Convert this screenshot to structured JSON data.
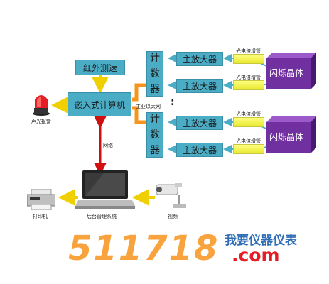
{
  "infrared": "红外测速",
  "embedded": "嵌入式计算机",
  "alarm": "声光报警",
  "ethernet": "工业以太网",
  "network": "网络",
  "backend": "后台管理系统",
  "printer": "打印机",
  "video": "视频",
  "counter_chars": [
    "计",
    "数",
    "器"
  ],
  "amplifier": "主放大器",
  "pmt": "光电倍增管",
  "crystal": "闪烁晶体",
  "ellipsis": ":",
  "logo_number": "511718",
  "logo_text": "我要仪器仪表",
  "logo_domain": ".com",
  "colors": {
    "teal": "#4bacc6",
    "blue": "#2f6eb5",
    "purple": "#7030a0",
    "orange": "#f7941d",
    "red": "#e31e24"
  }
}
